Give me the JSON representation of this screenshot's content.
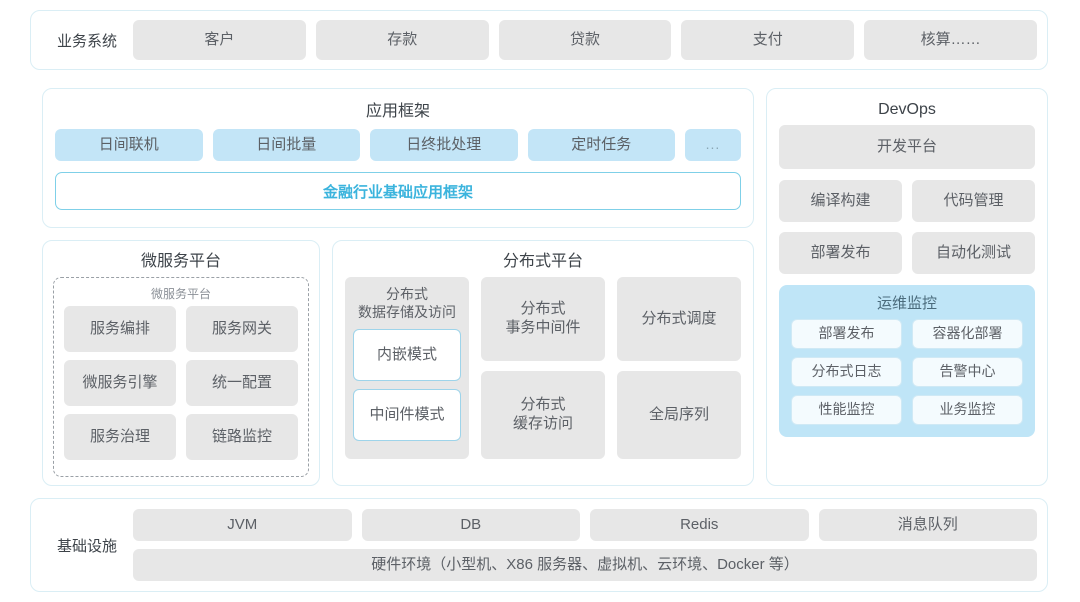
{
  "business_systems": {
    "label": "业务系统",
    "items": [
      "客户",
      "存款",
      "贷款",
      "支付",
      "核算……"
    ]
  },
  "app_framework": {
    "title": "应用框架",
    "items": [
      "日间联机",
      "日间批量",
      "日终批处理",
      "定时任务",
      "..."
    ],
    "foundation_band": "金融行业基础应用框架",
    "accent_color": "#3bb4dd"
  },
  "microservice_platform": {
    "title": "微服务平台",
    "inner_title": "微服务平台",
    "items": [
      "服务编排",
      "服务网关",
      "微服务引擎",
      "统一配置",
      "服务治理",
      "链路监控"
    ]
  },
  "distributed_platform": {
    "title": "分布式平台",
    "storage": {
      "caption": "分布式\n数据存储及访问",
      "caption_line1": "分布式",
      "caption_line2": "数据存储及访问",
      "modes": [
        "内嵌模式",
        "中间件模式"
      ]
    },
    "cells": [
      {
        "line1": "分布式",
        "line2": "事务中间件"
      },
      {
        "line1": "分布式调度",
        "line2": ""
      },
      {
        "line1": "分布式",
        "line2": "缓存访问"
      },
      {
        "line1": "全局序列",
        "line2": ""
      }
    ]
  },
  "devops": {
    "title": "DevOps",
    "platform": "开发平台",
    "items": [
      "编译构建",
      "代码管理",
      "部署发布",
      "自动化测试"
    ],
    "ops_monitor": {
      "title": "运维监控",
      "items": [
        "部署发布",
        "容器化部署",
        "分布式日志",
        "告警中心",
        "性能监控",
        "业务监控"
      ],
      "background_color": "#bfe5f7"
    }
  },
  "infrastructure": {
    "label": "基础设施",
    "items": [
      "JVM",
      "DB",
      "Redis",
      "消息队列"
    ],
    "hardware": "硬件环境（小型机、X86 服务器、虚拟机、云环境、Docker 等）"
  },
  "theme": {
    "panel_border": "#daeef5",
    "chip_gray": "#e7e7e7",
    "chip_blue": "#c3e5f7",
    "text_color": "#5c6066"
  }
}
